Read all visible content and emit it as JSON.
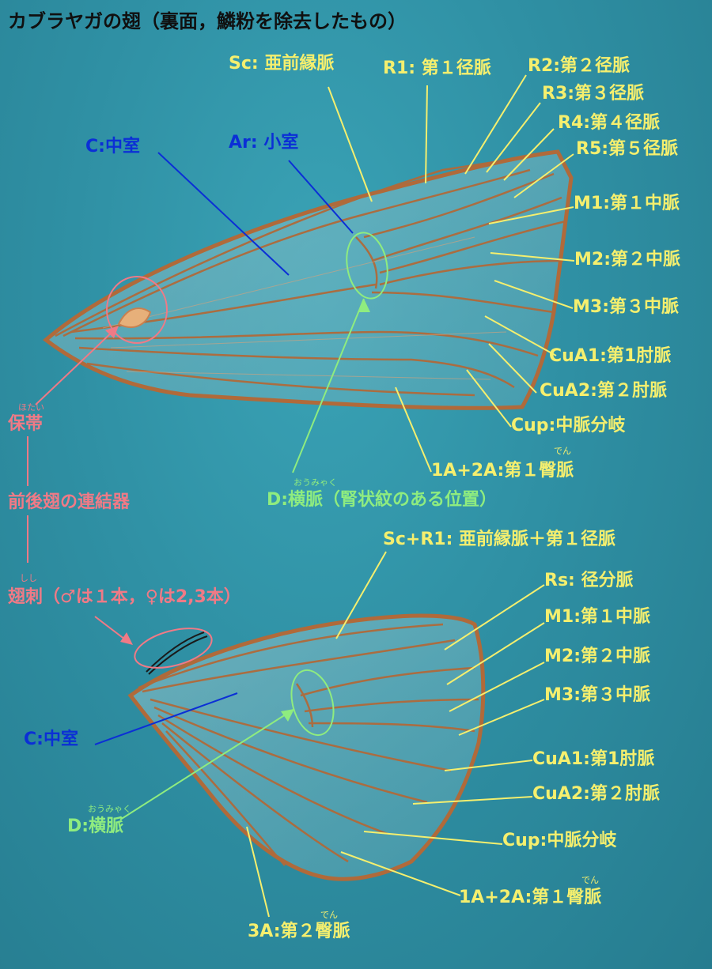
{
  "title": "カブラヤガの翅（裏面，鱗粉を除去したもの）",
  "colors": {
    "background": "#2f8fa3",
    "vein_label": "#f5ef6e",
    "cell_label": "#0b2fd6",
    "coupling_label": "#f07a86",
    "crossvein_label": "#8fec7f",
    "wing_vein": "#b06a3a"
  },
  "forewing": {
    "labels": {
      "sc": "Sc: 亜前縁脈",
      "r1": "R1: 第１径脈",
      "r2": "R2:第２径脈",
      "r3": "R3:第３径脈",
      "r4": "R4:第４径脈",
      "r5": "R5:第５径脈",
      "m1": "M1:第１中脈",
      "m2": "M2:第２中脈",
      "m3": "M3:第３中脈",
      "cua1": "CuA1:第1肘脈",
      "cua2": "CuA2:第２肘脈",
      "cup": "Cup:中脈分岐",
      "a12": "1A+2A:第１臀脈",
      "a12_ruby": "でん",
      "cell": "C:中室",
      "areole": "Ar: 小室",
      "d": "D:横脈（腎状紋のある位置）",
      "d_ruby": "おうみゃく"
    }
  },
  "coupling": {
    "retinaculum": "保帯",
    "retinaculum_ruby": "ほたい",
    "coupler": "前後翅の連結器",
    "frenulum": "翅刺（♂は１本，♀は2,3本）",
    "frenulum_ruby": "しし"
  },
  "hindwing": {
    "labels": {
      "scr1": "Sc+R1: 亜前縁脈＋第１径脈",
      "rs": "Rs: 径分脈",
      "m1": "M1:第１中脈",
      "m2": "M2:第２中脈",
      "m3": "M3:第３中脈",
      "cua1": "CuA1:第1肘脈",
      "cua2": "CuA2:第２肘脈",
      "cup": "Cup:中脈分岐",
      "a12": "1A+2A:第１臀脈",
      "a12_ruby": "でん",
      "a3": "3A:第２臀脈",
      "a3_ruby": "でん",
      "cell": "C:中室",
      "d": "D:横脈",
      "d_ruby": "おうみゃく"
    }
  }
}
